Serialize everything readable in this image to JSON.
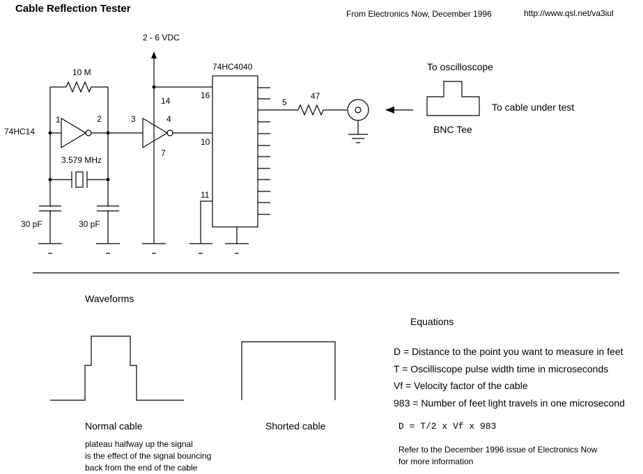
{
  "header": {
    "title": "Cable Reflection Tester",
    "source": "From Electronics Now, December 1996",
    "url": "http://www.qsl.net/va3iul"
  },
  "schematic": {
    "supply": "2 - 6 VDC",
    "counter_chip": "74HC4040",
    "inverter_chip": "74HC14",
    "feedback_resistor": "10 M",
    "crystal": "3.579 MHz",
    "cap_left": "30 pF",
    "cap_right": "30 pF",
    "series_resistor": "47",
    "pins": {
      "inv1_in": "1",
      "inv1_out": "2",
      "inv2_in": "3",
      "inv2_out": "4",
      "vcc": "14",
      "gnd": "7",
      "ic_vcc": "16",
      "ic_clk": "10",
      "ic_reset": "11",
      "ic_out": "5"
    },
    "to_scope": "To oscilloscope",
    "to_cable": "To cable under test",
    "bnc_tee": "BNC Tee"
  },
  "waveforms": {
    "title": "Waveforms",
    "normal_label": "Normal cable",
    "normal_note": [
      "plateau halfway up the signal",
      "is the effect of the signal bouncing",
      "back from the end of the cable"
    ],
    "shorted_label": "Shorted cable"
  },
  "equations": {
    "title": "Equations",
    "lines": [
      "D = Distance to the point you want to measure in feet",
      "T = Oscilliscope pulse width time in microseconds",
      "Vf = Velocity factor of the cable",
      "983 = Number of feet light travels in one microsecond"
    ],
    "formula": "D = T/2 x Vf x 983",
    "refer": [
      "Refer to the December 1996 issue of Electronics Now",
      "for more information"
    ]
  }
}
